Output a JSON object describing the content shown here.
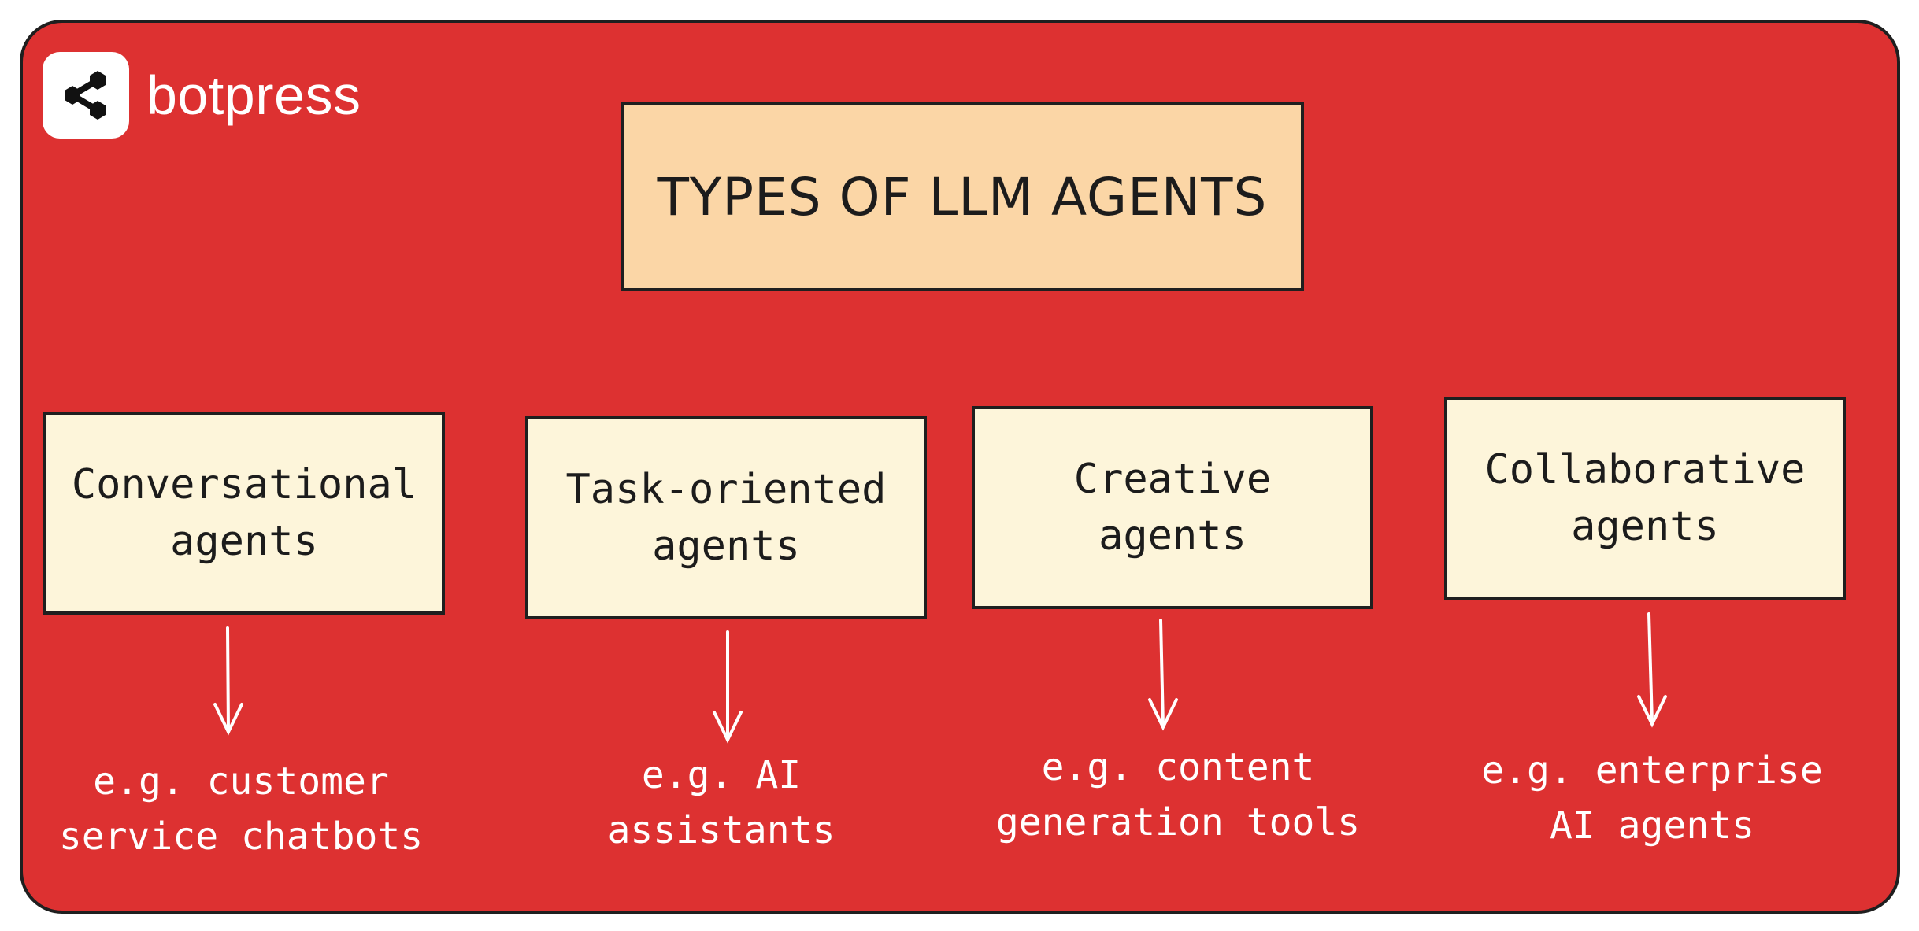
{
  "brand": {
    "name": "botpress",
    "icon": "botpress-share-icon"
  },
  "title": "TYPES OF LLM AGENTS",
  "types": [
    {
      "label": "Conversational agents",
      "example": "e.g. customer service chatbots"
    },
    {
      "label": "Task-oriented agents",
      "example": "e.g. AI assistants"
    },
    {
      "label": "Creative agents",
      "example": "e.g. content generation tools"
    },
    {
      "label": "Collaborative agents",
      "example": "e.g. enterprise AI agents"
    }
  ],
  "colors": {
    "background": "#dd3131",
    "title_fill": "#fbd6a6",
    "box_fill": "#fdf5da",
    "stroke": "#1f1f1f",
    "example_text": "#ffffff"
  }
}
